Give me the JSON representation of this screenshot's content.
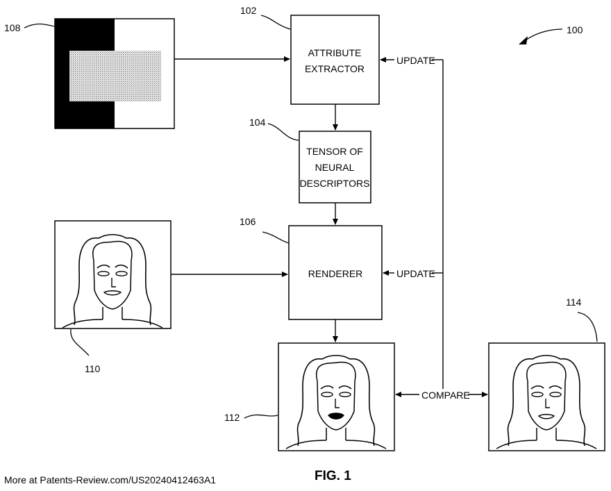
{
  "figure": {
    "ref_100": "100",
    "ref_102": "102",
    "ref_104": "104",
    "ref_106": "106",
    "ref_108": "108",
    "ref_110": "110",
    "ref_112": "112",
    "ref_114": "114",
    "attribute_extractor_line1": "ATTRIBUTE",
    "attribute_extractor_line2": "EXTRACTOR",
    "tensor_line1": "TENSOR OF",
    "tensor_line2": "NEURAL",
    "tensor_line3": "DESCRIPTORS",
    "renderer": "RENDERER",
    "update_top": "UPDATE",
    "update_mid": "UPDATE",
    "compare": "COMPARE",
    "fig_label": "FIG. 1"
  },
  "footer": {
    "source_text": "More at Patents-Review.com/US20240412463A1"
  }
}
